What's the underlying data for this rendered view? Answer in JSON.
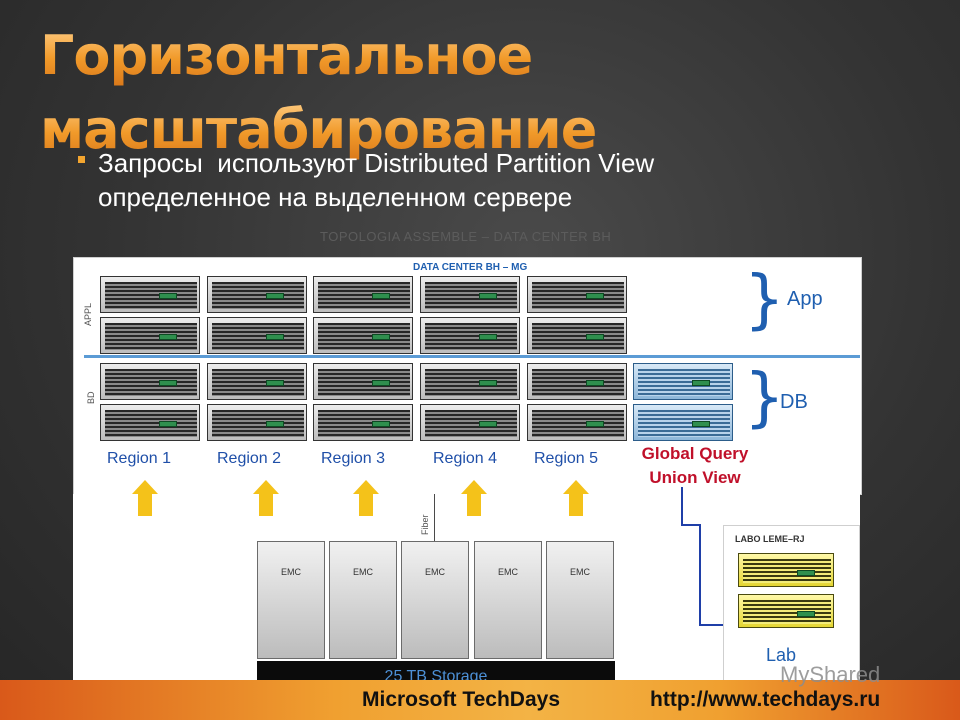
{
  "title": {
    "line1": "Горизонтальное",
    "line2": "масштабирование"
  },
  "bullet": {
    "line1": "Запросы  используют Distributed Partition View",
    "line2": "определенное на выделенном сервере"
  },
  "diagram": {
    "topology_caption": "TOPOLOGIA ASSEMBLE – DATA CENTER BH",
    "datacenter_label": "DATA CENTER BH – MG",
    "tier_appl": "APPL",
    "tier_bd": "BD",
    "app_label": "App",
    "db_label": "DB",
    "regions": [
      "Region 1",
      "Region 2",
      "Region 3",
      "Region 4",
      "Region 5"
    ],
    "global_query_line1": "Global Query",
    "global_query_line2": "Union View",
    "fiber_label": "Fiber",
    "emc_units": [
      "EMC",
      "EMC",
      "EMC",
      "EMC",
      "EMC"
    ],
    "storage_label": "25 TB Storage",
    "lab_title": "LABO  LEME–RJ",
    "lab_label": "Lab",
    "colors": {
      "accent_orange": "#f3a52f",
      "link_blue": "#1f5fb0",
      "alert_red": "#c0102a",
      "arrow_yellow": "#f4c21a"
    }
  },
  "footer": {
    "left": "Microsoft TechDays",
    "right": "http://www.techdays.ru",
    "watermark": "MyShared"
  }
}
